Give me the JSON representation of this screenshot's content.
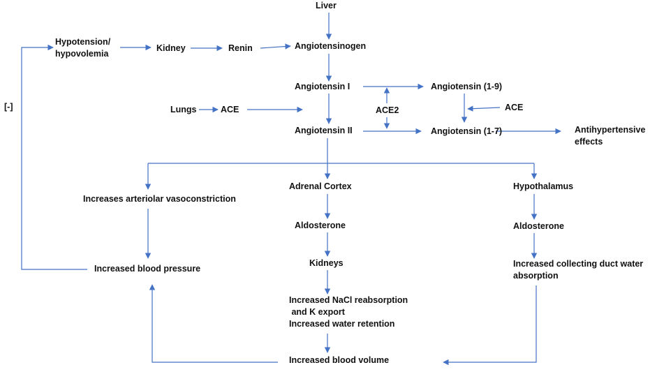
{
  "nodes": {
    "liver": "Liver",
    "hypotension": [
      "Hypotension/",
      "hypovolemia"
    ],
    "kidney": "Kidney",
    "renin": "Renin",
    "angiotensinogen": "Angiotensinogen",
    "angiotensin_i": "Angiotensin I",
    "angiotensin_1_9": "Angiotensin (1-9)",
    "feedback": "[-]",
    "lungs": "Lungs",
    "ace_lungs": "ACE",
    "ace2": "ACE2",
    "ace_right": "ACE",
    "angiotensin_ii": "Angiotensin II",
    "angiotensin_1_7": "Angiotensin (1-7)",
    "antihypertensive": [
      "Antihypertensive",
      "effects"
    ],
    "adrenal_cortex": "Adrenal Cortex",
    "hypothalamus": "Hypothalamus",
    "vasoconstriction": "Increases arteriolar vasoconstriction",
    "aldosterone_left": "Aldosterone",
    "aldosterone_right": "Aldosterone",
    "kidneys": "Kidneys",
    "blood_pressure": "Increased blood pressure",
    "collecting_duct": [
      "Increased collecting duct water",
      "absorption"
    ],
    "nacl": [
      "Increased NaCl reabsorption",
      " and K export",
      "Increased water retention"
    ],
    "blood_volume": "Increased blood volume"
  },
  "colors": {
    "arrow": "#4472c4",
    "text": "#111111"
  }
}
